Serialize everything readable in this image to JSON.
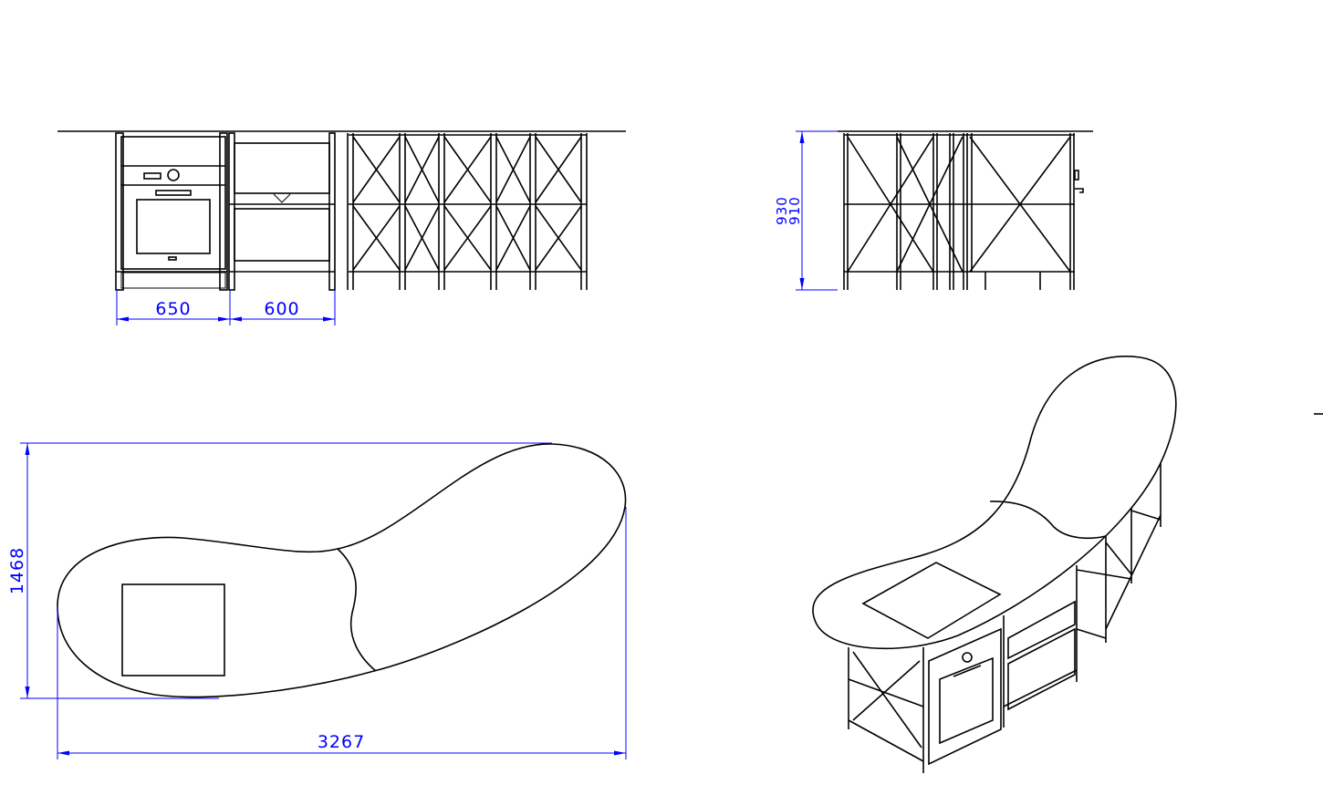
{
  "colors": {
    "line": "#000000",
    "dimension": "#0000ff",
    "background": "#ffffff"
  },
  "views": {
    "front": {
      "dims": {
        "oven_width": "650",
        "drawer_width": "600"
      }
    },
    "side": {
      "dims": {
        "height_total": "930",
        "height_frame": "910"
      }
    },
    "plan": {
      "dims": {
        "depth": "1468",
        "length": "3267"
      }
    },
    "isometric": {}
  }
}
